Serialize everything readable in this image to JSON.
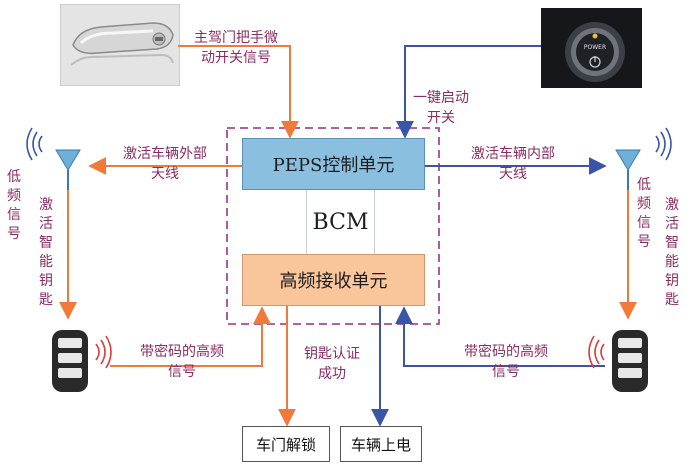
{
  "colors": {
    "orange": "#ef7a3a",
    "blue": "#3a55a7",
    "purple": "#a24b96",
    "label": "#8b2c63",
    "peps_fill": "#8bbfe0",
    "rx_fill": "#f9c59a"
  },
  "icons": {
    "door_handle": "door-handle-photo",
    "power_button": "power-button-photo",
    "antenna": "antenna-icon",
    "key_fob": "key-fob-icon",
    "signal": "signal-waves-icon"
  },
  "blocks": {
    "peps": "PEPS控制单元",
    "bcm": "BCM",
    "receiver": "高频接收单元"
  },
  "power_button_text": "POWER",
  "labels": {
    "door_switch": [
      "主驾门把手微",
      "动开关信号"
    ],
    "one_key_start": [
      "一键启动",
      "开关"
    ],
    "activate_outer": [
      "激活车辆外部",
      "天线"
    ],
    "activate_inner": [
      "激活车辆内部",
      "天线"
    ],
    "lf_left": "低频信号",
    "wake_left": "激活智能钥匙",
    "lf_right": "低频信号",
    "wake_right": "激活智能钥匙",
    "hf_left": [
      "带密码的高频",
      "信号"
    ],
    "hf_right": [
      "带密码的高频",
      "信号"
    ],
    "auth_ok": [
      "钥匙认证",
      "成功"
    ]
  },
  "outputs": {
    "unlock": "车门解锁",
    "power_on": "车辆上电"
  }
}
